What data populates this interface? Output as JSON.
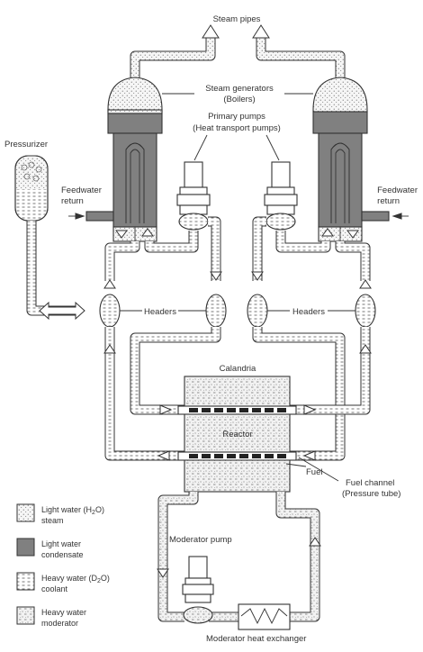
{
  "labels": {
    "steam_pipes": "Steam pipes",
    "steam_generators": "Steam generators",
    "boilers": "(Boilers)",
    "primary_pumps": "Primary pumps",
    "heat_transport_pumps": "(Heat transport pumps)",
    "pressurizer": "Pressurizer",
    "feedwater_left_1": "Feedwater",
    "feedwater_left_2": "return",
    "feedwater_right_1": "Feedwater",
    "feedwater_right_2": "return",
    "headers_left": "Headers",
    "headers_right": "Headers",
    "calandria": "Calandria",
    "reactor": "Reactor",
    "fuel": "Fuel",
    "fuel_channel_1": "Fuel channel",
    "fuel_channel_2": "(Pressure tube)",
    "moderator_pump": "Moderator pump",
    "moderator_heat_exchanger": "Moderator heat exchanger"
  },
  "legend": [
    {
      "line1": "Light water (H",
      "sub": "2",
      "line1_end": "O)",
      "line2": "steam",
      "pattern": "dots"
    },
    {
      "line1": "Light water",
      "sub": "",
      "line1_end": "",
      "line2": "condensate",
      "pattern": "dark"
    },
    {
      "line1": "Heavy water (D",
      "sub": "2",
      "line1_end": "O)",
      "line2": "coolant",
      "pattern": "dashes"
    },
    {
      "line1": "Heavy water",
      "sub": "",
      "line1_end": "",
      "line2": "moderator",
      "pattern": "mixed"
    }
  ],
  "colors": {
    "outline": "#333333",
    "condensate": "#808080",
    "background": "#ffffff"
  }
}
